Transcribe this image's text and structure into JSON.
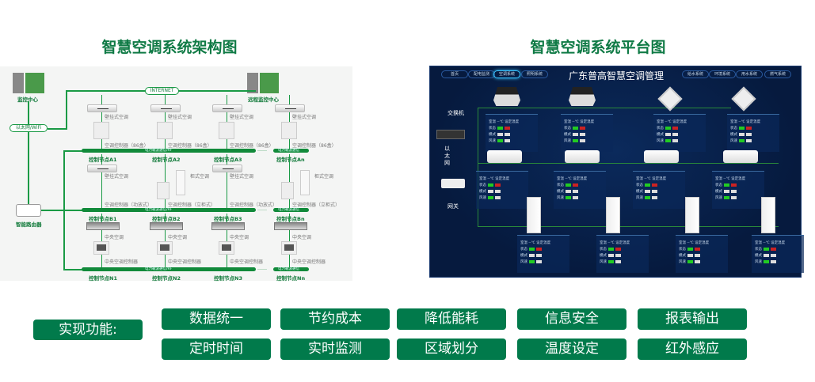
{
  "left": {
    "title": "智慧空调系统架构图",
    "monitor_center": "监控中心",
    "remote_center": "远程监控中心",
    "ethernet": "以太网/WiFi",
    "internet": "INTERNET",
    "router": "智能路由器",
    "bus_label": "电力载波通信/RF",
    "bus_label_short": "电力载波通信",
    "rowA": {
      "ac": "壁挂式空调",
      "controller": "空调控制器（86盒）",
      "nodes": [
        "控制节点A1",
        "控制节点A2",
        "控制节点A3",
        "控制节点An"
      ]
    },
    "rowB": {
      "wall_ac": "壁挂式空调",
      "cabinet_ac": "柜式空调",
      "wall_ctl": "空调控制器（功放式）",
      "cab_ctl": "空调控制器（立柜式）",
      "nodes": [
        "控制节点B1",
        "控制节点B2",
        "控制节点B3",
        "控制节点Bn"
      ]
    },
    "rowN": {
      "ac": "中央空调",
      "controller": "中央空调控制器",
      "nodes": [
        "控制节点N1",
        "控制节点N2",
        "控制节点N3",
        "控制节点Nn"
      ]
    },
    "ellipsis": "……"
  },
  "right": {
    "title": "智慧空调系统平台图",
    "header": "广东普高智慧空调管理",
    "nav_left": [
      "首页",
      "配电监测",
      "空调系统",
      "照明系统"
    ],
    "nav_right": [
      "给水系统",
      "环境系统",
      "用水系统",
      "燃气系统"
    ],
    "switch": "交换机",
    "ethernet": "以太网",
    "gateway": "网关",
    "card": {
      "room": "室温 --℃  设定温度",
      "status": "状态",
      "mode": "模式",
      "fan": "风速"
    }
  },
  "features": {
    "label": "实现功能:",
    "items": [
      "数据统一",
      "节约成本",
      "降低能耗",
      "信息安全",
      "报表输出",
      "定时时间",
      "实时监测",
      "区域划分",
      "温度设定",
      "红外感应"
    ]
  },
  "colors": {
    "green": "#017a4b",
    "title": "#0f7a45"
  }
}
